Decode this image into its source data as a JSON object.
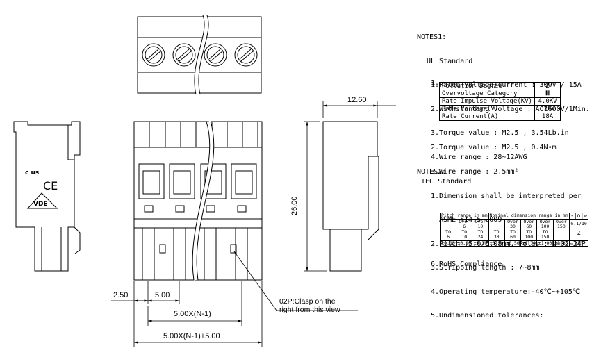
{
  "notes1": {
    "title": "NOTES1:",
    "ul_title": "UL Standard",
    "ul_items": [
      "1.Rated voltage/current : 300V / 15A",
      "2.Withstanding voltage : AC1600V/1Min.",
      "3.Torque value : M2.5 , 3.54Lb.in",
      "4.Wire range : 28~12AWG"
    ],
    "iec_title": "IEC Standard",
    "iec_num": "1.",
    "iec_table": [
      {
        "label": "Pollution Degree",
        "value": "2"
      },
      {
        "label": "Overvoltage Category",
        "value": "Ⅲ"
      },
      {
        "label": "Rate Impulse Voltage(KV)",
        "value": "4.0KV"
      },
      {
        "label": "Rate Voltage(V)",
        "value": "320V"
      },
      {
        "label": "Rate Current(A)",
        "value": "18A"
      }
    ],
    "iec_items": [
      "2.Torque value : M2.5 , 0.4N•m",
      "3.Wire range : 2.5mm²"
    ]
  },
  "notes2": {
    "title": "NOTES2:",
    "items": [
      "1.Dimension shall be interpreted per",
      "  ASME Y14.5-2009",
      "2.Pitch :5.0/5.08mm, Poles : N=02~24P",
      "3.Stripping length : 7~8mm",
      "4.Operating temperature:-40℃~+105℃",
      "5.Undimensioned tolerances:"
    ],
    "tolerance": {
      "h_pitch": "Pitch range in mm",
      "h_nominal": "Nominal dimension range in mm",
      "h_sym": "-|∩|▱",
      "pitch_cols": [
        [
          "",
          "",
          "TO",
          "6"
        ],
        [
          "Over",
          "6",
          "TO",
          "10"
        ],
        [
          "Over",
          "10",
          "TO",
          "24"
        ]
      ],
      "nominal_cols": [
        [
          "",
          "",
          "TO",
          "30"
        ],
        [
          "Over",
          "30",
          "TO",
          "60"
        ],
        [
          "Over",
          "60",
          "TO",
          "100"
        ],
        [
          "Over",
          "100",
          "TO",
          "150"
        ],
        [
          "Over",
          "150",
          "",
          ""
        ]
      ],
      "angle_top": "0.1/10",
      "angle_sym": "∠",
      "tol_values": [
        "±0.15",
        "±0.20",
        "±0.30",
        "±0.30",
        "±0.50",
        "±0.70",
        "±1.00",
        "±1.30",
        "±2°"
      ]
    },
    "rohs": "6.RoHS Compliance"
  },
  "dims": {
    "width": "12.60",
    "height": "26.00",
    "d250": "2.50",
    "d500": "5.00",
    "pitch_n1": "5.00X(N-1)",
    "total": "5.00X(N-1)+5.00",
    "clasp_note_1": "02P:Clasp on the",
    "clasp_note_2": "right from this view"
  },
  "marks": {
    "ul_mark": "c  us",
    "ce_mark": "CE",
    "vde_mark": "VDE"
  }
}
